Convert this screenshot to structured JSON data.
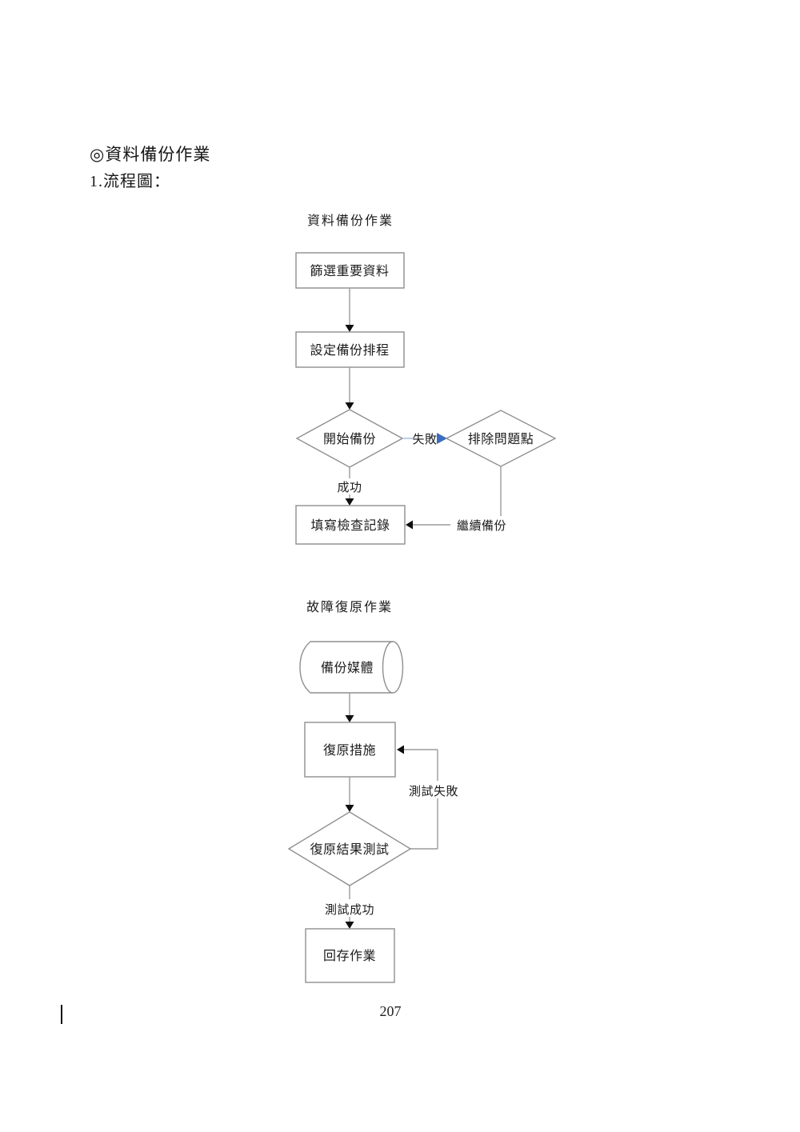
{
  "page": {
    "heading": "◎資料備份作業",
    "subheading": "1.流程圖：",
    "page_number": "207"
  },
  "colors": {
    "shape_border": "#8f8f8f",
    "connector_line": "#9b9b9b",
    "arrowhead_black": "#0f0f0f",
    "arrowhead_blue": "#3a6cc0",
    "connector_blue": "#a3b8da",
    "text": "#1c1c1c",
    "background": "#ffffff"
  },
  "flowchart_backup": {
    "title": "資料備份作業",
    "nodes": {
      "filter": "篩選重要資料",
      "schedule": "設定備份排程",
      "start": "開始備份",
      "troubleshoot": "排除問題點",
      "record": "填寫檢查記錄"
    },
    "edges": {
      "fail": "失敗",
      "success": "成功",
      "continue": "繼續備份"
    }
  },
  "flowchart_recovery": {
    "title": "故障復原作業",
    "nodes": {
      "media": "備份媒體",
      "restore": "復原措施",
      "test": "復原結果測試",
      "writeback": "回存作業"
    },
    "edges": {
      "test_fail": "測試失敗",
      "test_success": "測試成功"
    }
  }
}
